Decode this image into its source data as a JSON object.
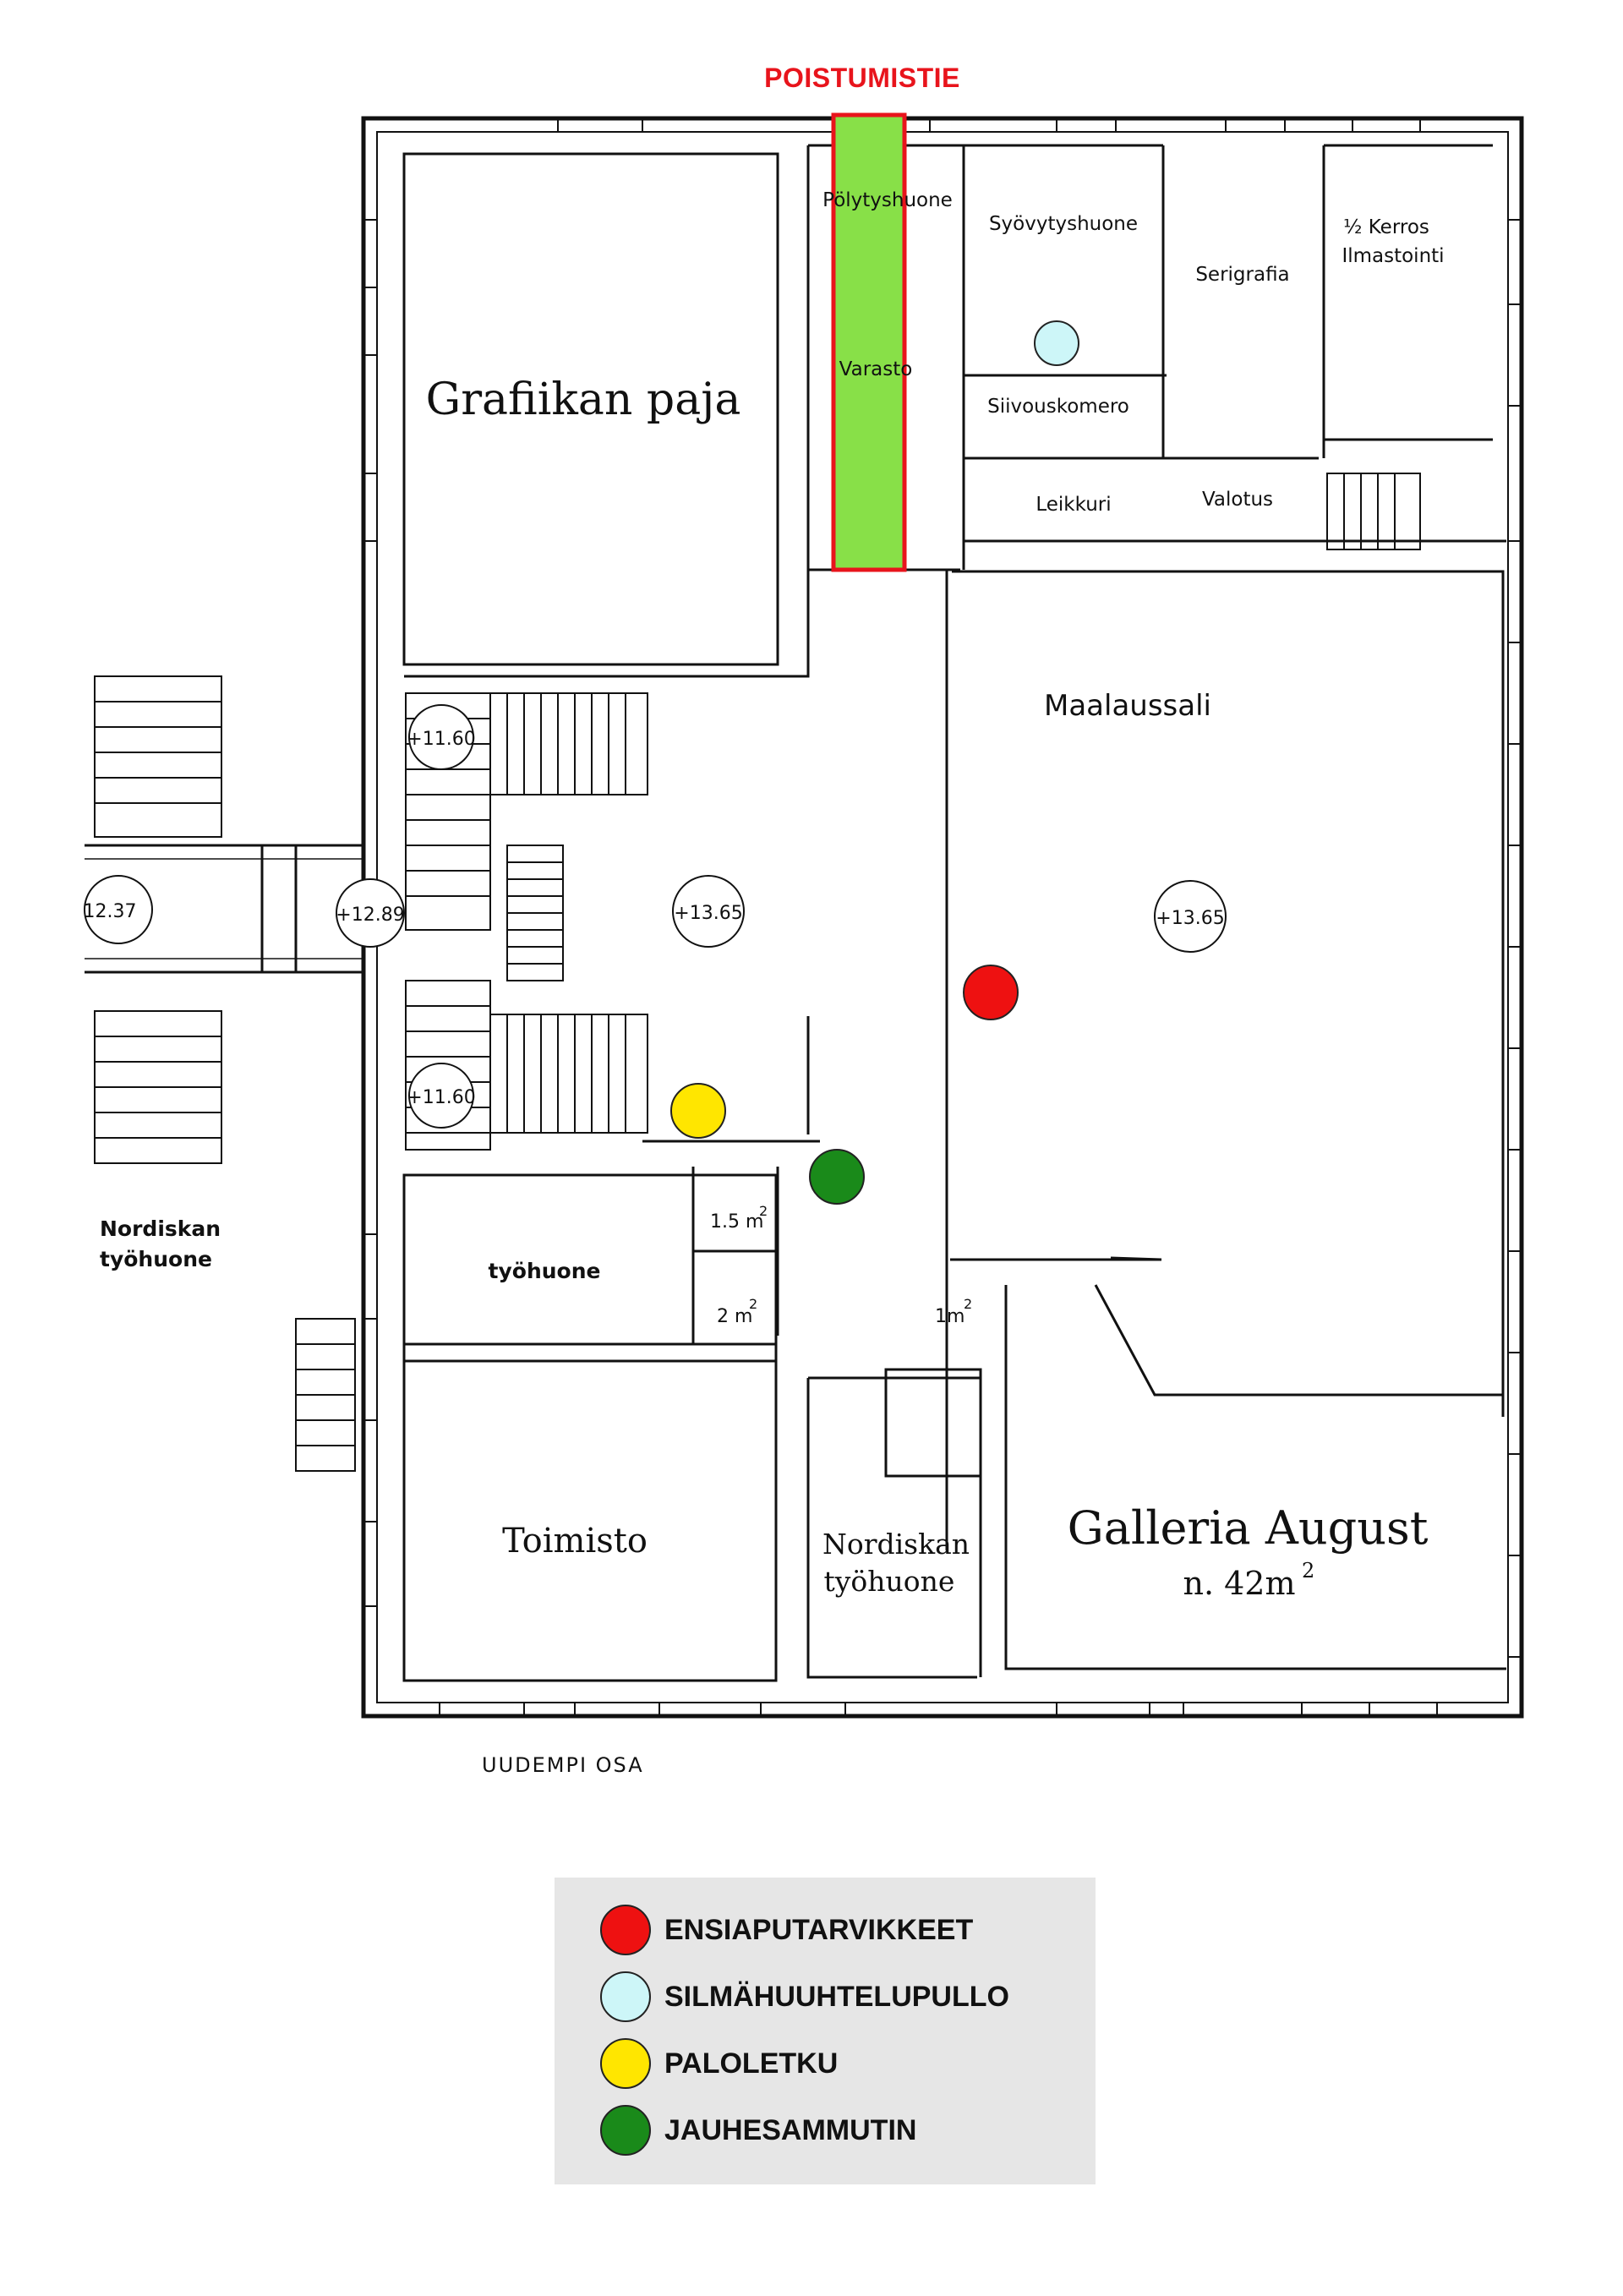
{
  "exit_route": {
    "label": "POISTUMISTIE",
    "color": "#e8141c",
    "fill": "#88e048"
  },
  "rooms": {
    "grafiikan_paja": "Grafiikan paja",
    "polytyshuone": "Pölytyshuone",
    "varasto": "Varasto",
    "syovytyshuone": "Syövytyshuone",
    "serigrafia": "Serigrafia",
    "kerros_1": "½ Kerros",
    "kerros_2": "Ilmastointi",
    "siivouskomero": "Siivouskomero",
    "leikkuri": "Leikkuri",
    "valotus": "Valotus",
    "maalaussali": "Maalaussali",
    "nordiskan_left_1": "Nordiskan",
    "nordiskan_left_2": "työhuone",
    "tyohuone": "työhuone",
    "area_15": "1.5 m",
    "area_2": "2 m",
    "area_1": "1m",
    "sup2": "2",
    "toimisto": "Toimisto",
    "nordiskan_1": "Nordiskan",
    "nordiskan_2": "työhuone",
    "galleria": "Galleria August",
    "galleria_area": "n. 42m",
    "uudempi": "UUDEMPI OSA"
  },
  "elevations": {
    "e1160_top": "+11.60",
    "e1160_bottom": "+11.60",
    "e1237": "12.37",
    "e1289": "+12.89",
    "e1365_hall": "+13.65",
    "e1365_sali": "+13.65"
  },
  "equipment_colors": {
    "ensiapu": "#ee1111",
    "silmahuuhtelu": "#cdf6f8",
    "paloletku": "#ffe600",
    "jauhesammutin": "#1a8a1a"
  },
  "legend": [
    {
      "label": "ENSIAPUTARVIKKEET",
      "color": "#ee1111"
    },
    {
      "label": "SILMÄHUUHTELUPULLO",
      "color": "#cdf6f8"
    },
    {
      "label": "PALOLETKU",
      "color": "#ffe600"
    },
    {
      "label": "JAUHESAMMUTIN",
      "color": "#1a8a1a"
    }
  ]
}
